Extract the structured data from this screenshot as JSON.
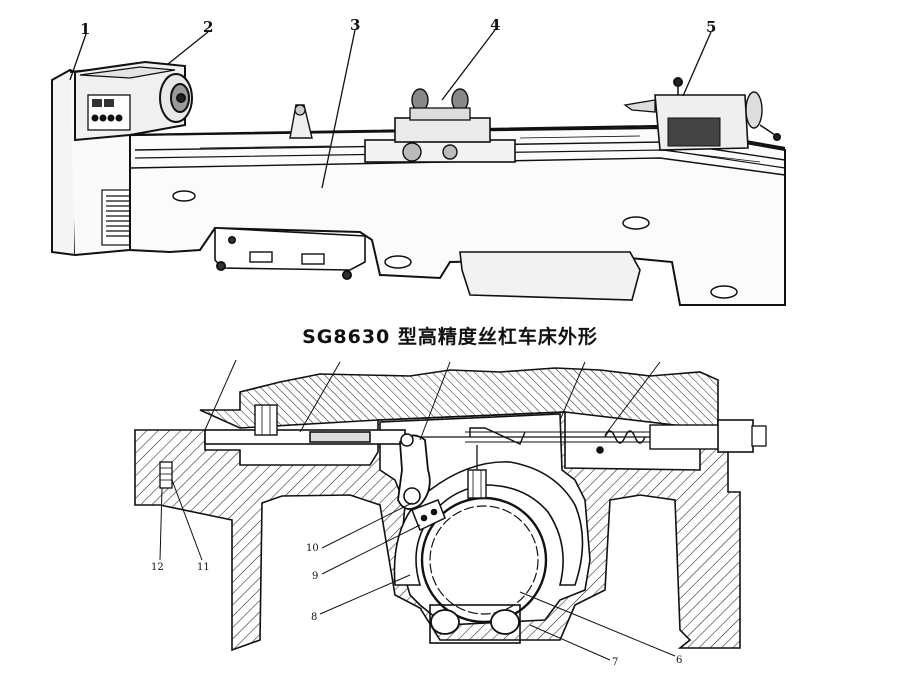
{
  "figure": {
    "caption": "SG8630 型高精度丝杠车床外形",
    "lathe_callouts": [
      "1",
      "2",
      "3",
      "4",
      "5"
    ],
    "section_callouts": [
      "12",
      "11",
      "10",
      "9",
      "8",
      "7",
      "6"
    ]
  }
}
